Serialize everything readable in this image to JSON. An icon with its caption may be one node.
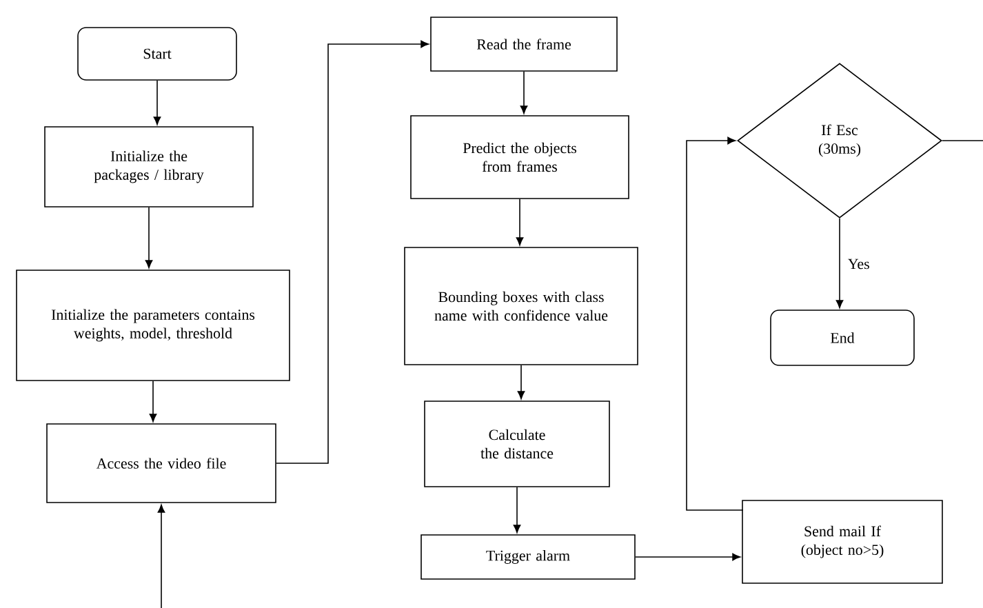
{
  "diagram": {
    "nodes": [
      {
        "text": [
          "Start"
        ]
      },
      {
        "text": [
          "Initialize the packages / library"
        ]
      },
      {
        "text": [
          "Initialize the parameters contains weights, model, threshold"
        ]
      },
      {
        "text": [
          "Access the video file"
        ]
      },
      {
        "text": [
          "Read the frame"
        ]
      },
      {
        "text": [
          "Predict the objects from frames"
        ]
      },
      {
        "text": [
          "Bounding boxes with class name with confidence value"
        ]
      },
      {
        "text": [
          "Calculate the distance"
        ]
      },
      {
        "text": [
          "Trigger alarm"
        ]
      },
      {
        "text": [
          "Send mail If (object no>5)"
        ]
      },
      {
        "text": [
          "If Esc (30ms)"
        ]
      },
      {
        "text": [
          "End"
        ]
      }
    ],
    "edges": [
      {
        "from": 0,
        "to": 1,
        "arrow": "to"
      },
      {
        "from": 1,
        "to": 2,
        "arrow": "to"
      },
      {
        "from": 2,
        "to": 3,
        "arrow": "to"
      },
      {
        "from": 3,
        "to": 4,
        "arrow": "to"
      },
      {
        "from": 4,
        "to": 5,
        "arrow": "to"
      },
      {
        "from": 5,
        "to": 6,
        "arrow": "to"
      },
      {
        "from": 6,
        "to": 7,
        "arrow": "to"
      },
      {
        "from": 7,
        "to": 8,
        "arrow": "to"
      },
      {
        "from": 8,
        "to": 9,
        "arrow": "to"
      },
      {
        "from": 9,
        "to": 10,
        "arrow": "to"
      },
      {
        "from": 10,
        "to": 11,
        "arrow": "to",
        "label": "Yes"
      },
      {
        "from": 10,
        "to": null,
        "arrow": "none"
      },
      {
        "from": null,
        "to": 3,
        "arrow": "to"
      }
    ]
  }
}
